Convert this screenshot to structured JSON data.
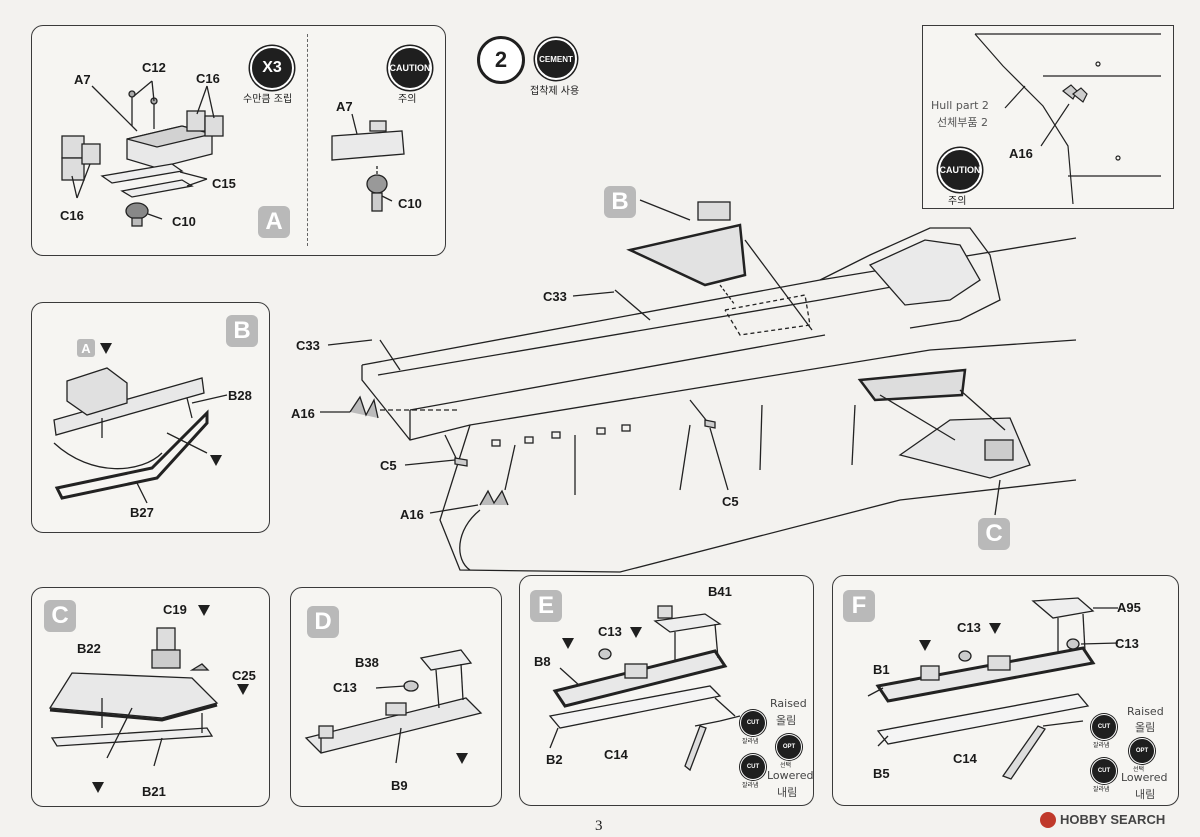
{
  "step_number": "2",
  "badges": {
    "x3": "X3",
    "x3_kr": "수만큼 조립",
    "caution": "CAUTION",
    "caution_kr": "주의",
    "cement": "CEMENT",
    "cement_kr": "접착제 사용",
    "cut": "CUT",
    "cut_kr": "잘라냄",
    "opt": "OPT",
    "opt_kr": "선택"
  },
  "panel_a": {
    "tag": "A",
    "labels": {
      "a7": "A7",
      "c12": "C12",
      "c16_top": "C16",
      "c15": "C15",
      "c16_left": "C16",
      "c10": "C10"
    },
    "caution_labels": {
      "a7": "A7",
      "c10": "C10"
    }
  },
  "inset": {
    "hull_part_en": "Hull part 2",
    "hull_part_kr": "선체부품 2",
    "a16": "A16"
  },
  "main": {
    "tag_b": "B",
    "tag_c": "C",
    "labels": {
      "c33_a": "C33",
      "c33_b": "C33",
      "a16_a": "A16",
      "a16_b": "A16",
      "c5_a": "C5",
      "c5_b": "C5"
    }
  },
  "panel_b": {
    "tag": "B",
    "sub_tag": "A",
    "labels": {
      "b28": "B28",
      "b27": "B27"
    }
  },
  "panel_c": {
    "tag": "C",
    "labels": {
      "c19": "C19",
      "b22": "B22",
      "c25": "C25",
      "b21": "B21"
    }
  },
  "panel_d": {
    "tag": "D",
    "labels": {
      "b38": "B38",
      "c13": "C13",
      "b9": "B9"
    }
  },
  "panel_e": {
    "tag": "E",
    "labels": {
      "b41": "B41",
      "c13": "C13",
      "b8": "B8",
      "b2": "B2",
      "c14": "C14"
    },
    "raised_en": "Raised",
    "raised_kr": "올림",
    "lowered_en": "Lowered",
    "lowered_kr": "내림"
  },
  "panel_f": {
    "tag": "F",
    "labels": {
      "a95": "A95",
      "c13_a": "C13",
      "c13_b": "C13",
      "b1": "B1",
      "b5": "B5",
      "c14": "C14"
    },
    "raised_en": "Raised",
    "raised_kr": "올림",
    "lowered_en": "Lowered",
    "lowered_kr": "내림"
  },
  "page_number": "3",
  "watermark": "HOBBY SEARCH"
}
